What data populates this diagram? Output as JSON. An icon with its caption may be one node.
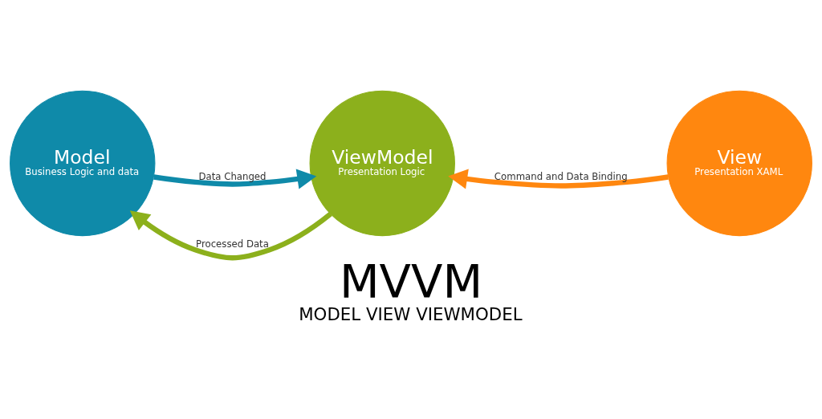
{
  "diagram": {
    "title": "MVVM",
    "caption": "MODEL VIEW VIEWMODEL",
    "nodes": [
      {
        "text": [
          "Model",
          "Business Logic and data"
        ]
      },
      {
        "text": [
          "ViewModel",
          "Presentation Logic"
        ]
      },
      {
        "text": [
          "View",
          "Presentation XAML"
        ]
      }
    ],
    "edges": [
      {
        "from": 1,
        "to": 0,
        "arrow": "to",
        "label": "Processed Data",
        "color": "#8cb01c"
      },
      {
        "from": 0,
        "to": 1,
        "arrow": "to",
        "label": "Data Changed",
        "color": "#0f8aa9"
      },
      {
        "from": 2,
        "to": 1,
        "arrow": "to",
        "label": "Command and Data Binding",
        "color": "#ff870f"
      }
    ]
  }
}
